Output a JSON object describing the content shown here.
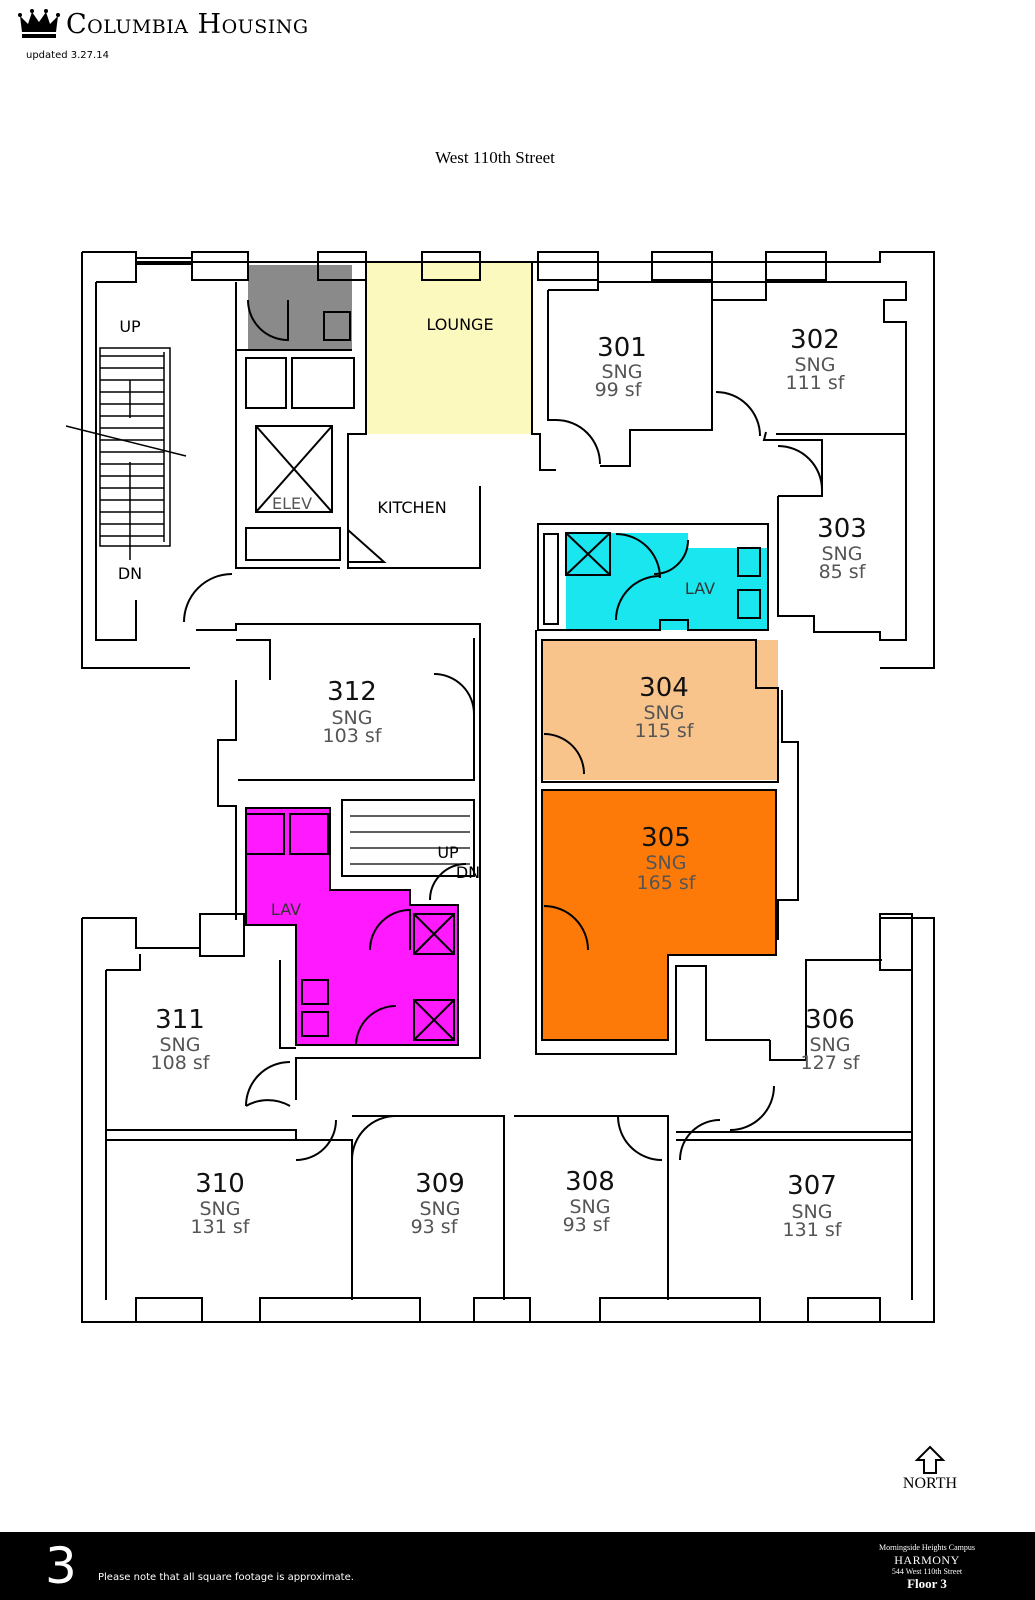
{
  "header": {
    "brand": "Columbia Housing",
    "updated": "updated 3.27.14"
  },
  "street": "West 110th Street",
  "colors": {
    "lounge": "#fbf9be",
    "lav_east": "#19e6ee",
    "lav_west": "#ff19ff",
    "room_304": "#f9c48c",
    "room_305": "#fe7a08",
    "storage": "#8a8a8a",
    "wall": "#000000"
  },
  "rooms": {
    "r301": {
      "number": "301",
      "type": "SNG",
      "area": "99 sf"
    },
    "r302": {
      "number": "302",
      "type": "SNG",
      "area": "111 sf"
    },
    "r303": {
      "number": "303",
      "type": "SNG",
      "area": "85 sf"
    },
    "r304": {
      "number": "304",
      "type": "SNG",
      "area": "115 sf"
    },
    "r305": {
      "number": "305",
      "type": "SNG",
      "area": "165 sf"
    },
    "r306": {
      "number": "306",
      "type": "SNG",
      "area": "127 sf"
    },
    "r307": {
      "number": "307",
      "type": "SNG",
      "area": "131 sf"
    },
    "r308": {
      "number": "308",
      "type": "SNG",
      "area": "93 sf"
    },
    "r309": {
      "number": "309",
      "type": "SNG",
      "area": "93 sf"
    },
    "r310": {
      "number": "310",
      "type": "SNG",
      "area": "131 sf"
    },
    "r311": {
      "number": "311",
      "type": "SNG",
      "area": "108 sf"
    },
    "r312": {
      "number": "312",
      "type": "SNG",
      "area": "103 sf"
    }
  },
  "labels": {
    "lounge": "LOUNGE",
    "kitchen": "KITCHEN",
    "elev": "ELEV",
    "lav_east": "LAV",
    "lav_west": "LAV",
    "stair_up": "UP",
    "stair_dn": "DN",
    "stair2_up": "UP",
    "stair2_dn": "DN"
  },
  "north": "NORTH",
  "footer": {
    "floor_number": "3",
    "note": "Please note that all square footage is approximate.",
    "campus": "Morningside Heights Campus",
    "building": "HARMONY",
    "address": "544 West 110th Street",
    "floor": "Floor 3"
  }
}
